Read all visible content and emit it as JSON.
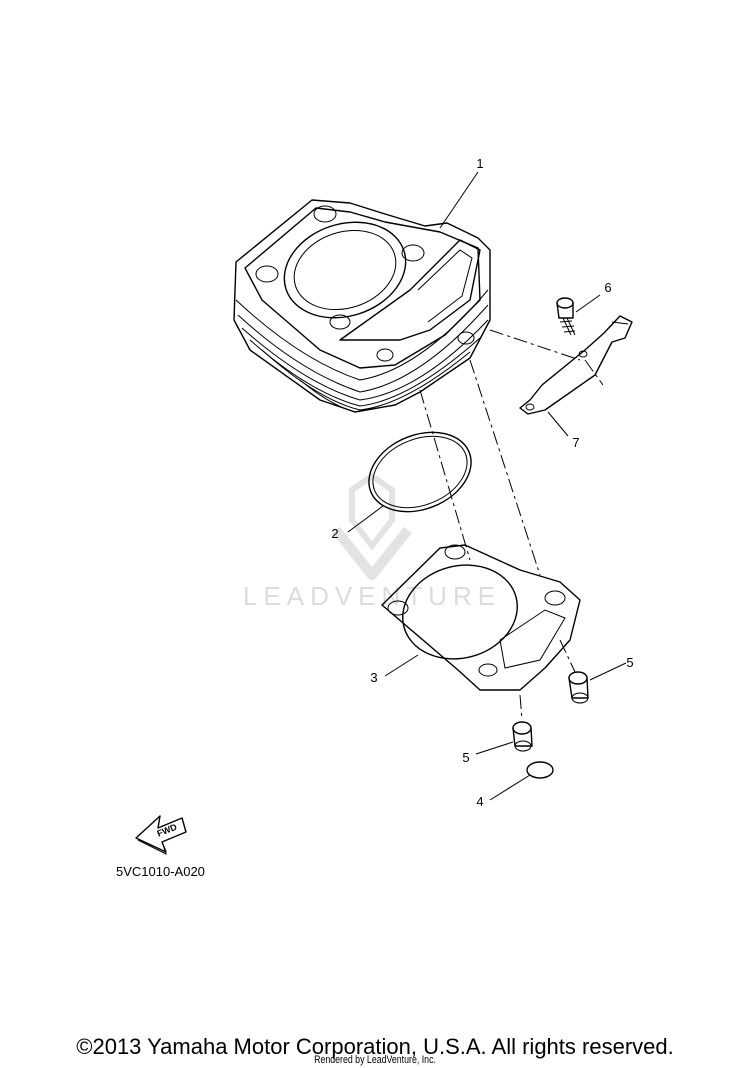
{
  "diagram": {
    "callouts": [
      "1",
      "2",
      "3",
      "4",
      "5",
      "5",
      "6",
      "7"
    ],
    "part_code": "5VC1010-A020",
    "fwd_label": "FWD",
    "watermark": "LEADVENTURE",
    "copyright": "©2013 Yamaha Motor Corporation, U.S.A. All rights reserved.",
    "rendered_by": "Rendered by LeadVenture, Inc."
  }
}
